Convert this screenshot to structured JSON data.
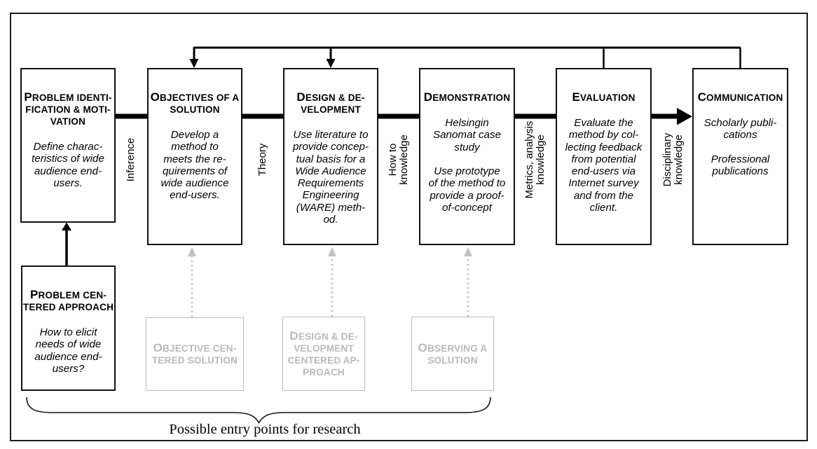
{
  "diagram": {
    "caption": "Possible entry points for research",
    "process_boxes": [
      {
        "heading": "PROBLEM IDENTI-\nFICATION & MOTI-\nVATION",
        "body": "Define charac-\nteristics of wide\naudience end-\nusers."
      },
      {
        "heading": "OBJECTIVES OF A\nSOLUTION",
        "body": "Develop a\nmethod to\nmeets the re-\nquirements of\nwide audience\nend-users."
      },
      {
        "heading": "DESIGN & DE-\nVELOPMENT",
        "body": "Use literature to\nprovide concep-\ntual basis for a\nWide Audience\nRequirements\nEngineering\n(WARE) meth-\nod."
      },
      {
        "heading": "DEMONSTRATION",
        "body": "Helsingin\nSanomat case\nstudy\n\nUse prototype\nof the method to\nprovide a proof-\nof-concept"
      },
      {
        "heading": "EVALUATION",
        "body": "Evaluate the\nmethod by col-\nlecting feedback\nfrom potential\nend-users via\nInternet survey\nand from the\nclient."
      },
      {
        "heading": "COMMUNICATION",
        "body": "Scholarly publi-\ncations\n\nProfessional\npublications"
      }
    ],
    "entry_box": {
      "heading": "PROBLEM CEN-\nTERED APPROACH",
      "body": "How to elicit\nneeds of wide\naudience end-\nusers?"
    },
    "gray_boxes": [
      {
        "heading": "OBJECTIVE CEN-\nTERED SOLUTION"
      },
      {
        "heading": "DESIGN & DE-\nVELOPMENT\nCENTERED AP-\nPROACH"
      },
      {
        "heading": "OBSERVING A\nSOLUTION"
      }
    ],
    "flow_labels": [
      "Inference",
      "Theory",
      "How to\nknowledge",
      "Metrics, analysis\nknowledge",
      "Disciplinary\nknowledge"
    ],
    "colors": {
      "ink": "#000000",
      "muted": "#b9b9b9"
    }
  }
}
